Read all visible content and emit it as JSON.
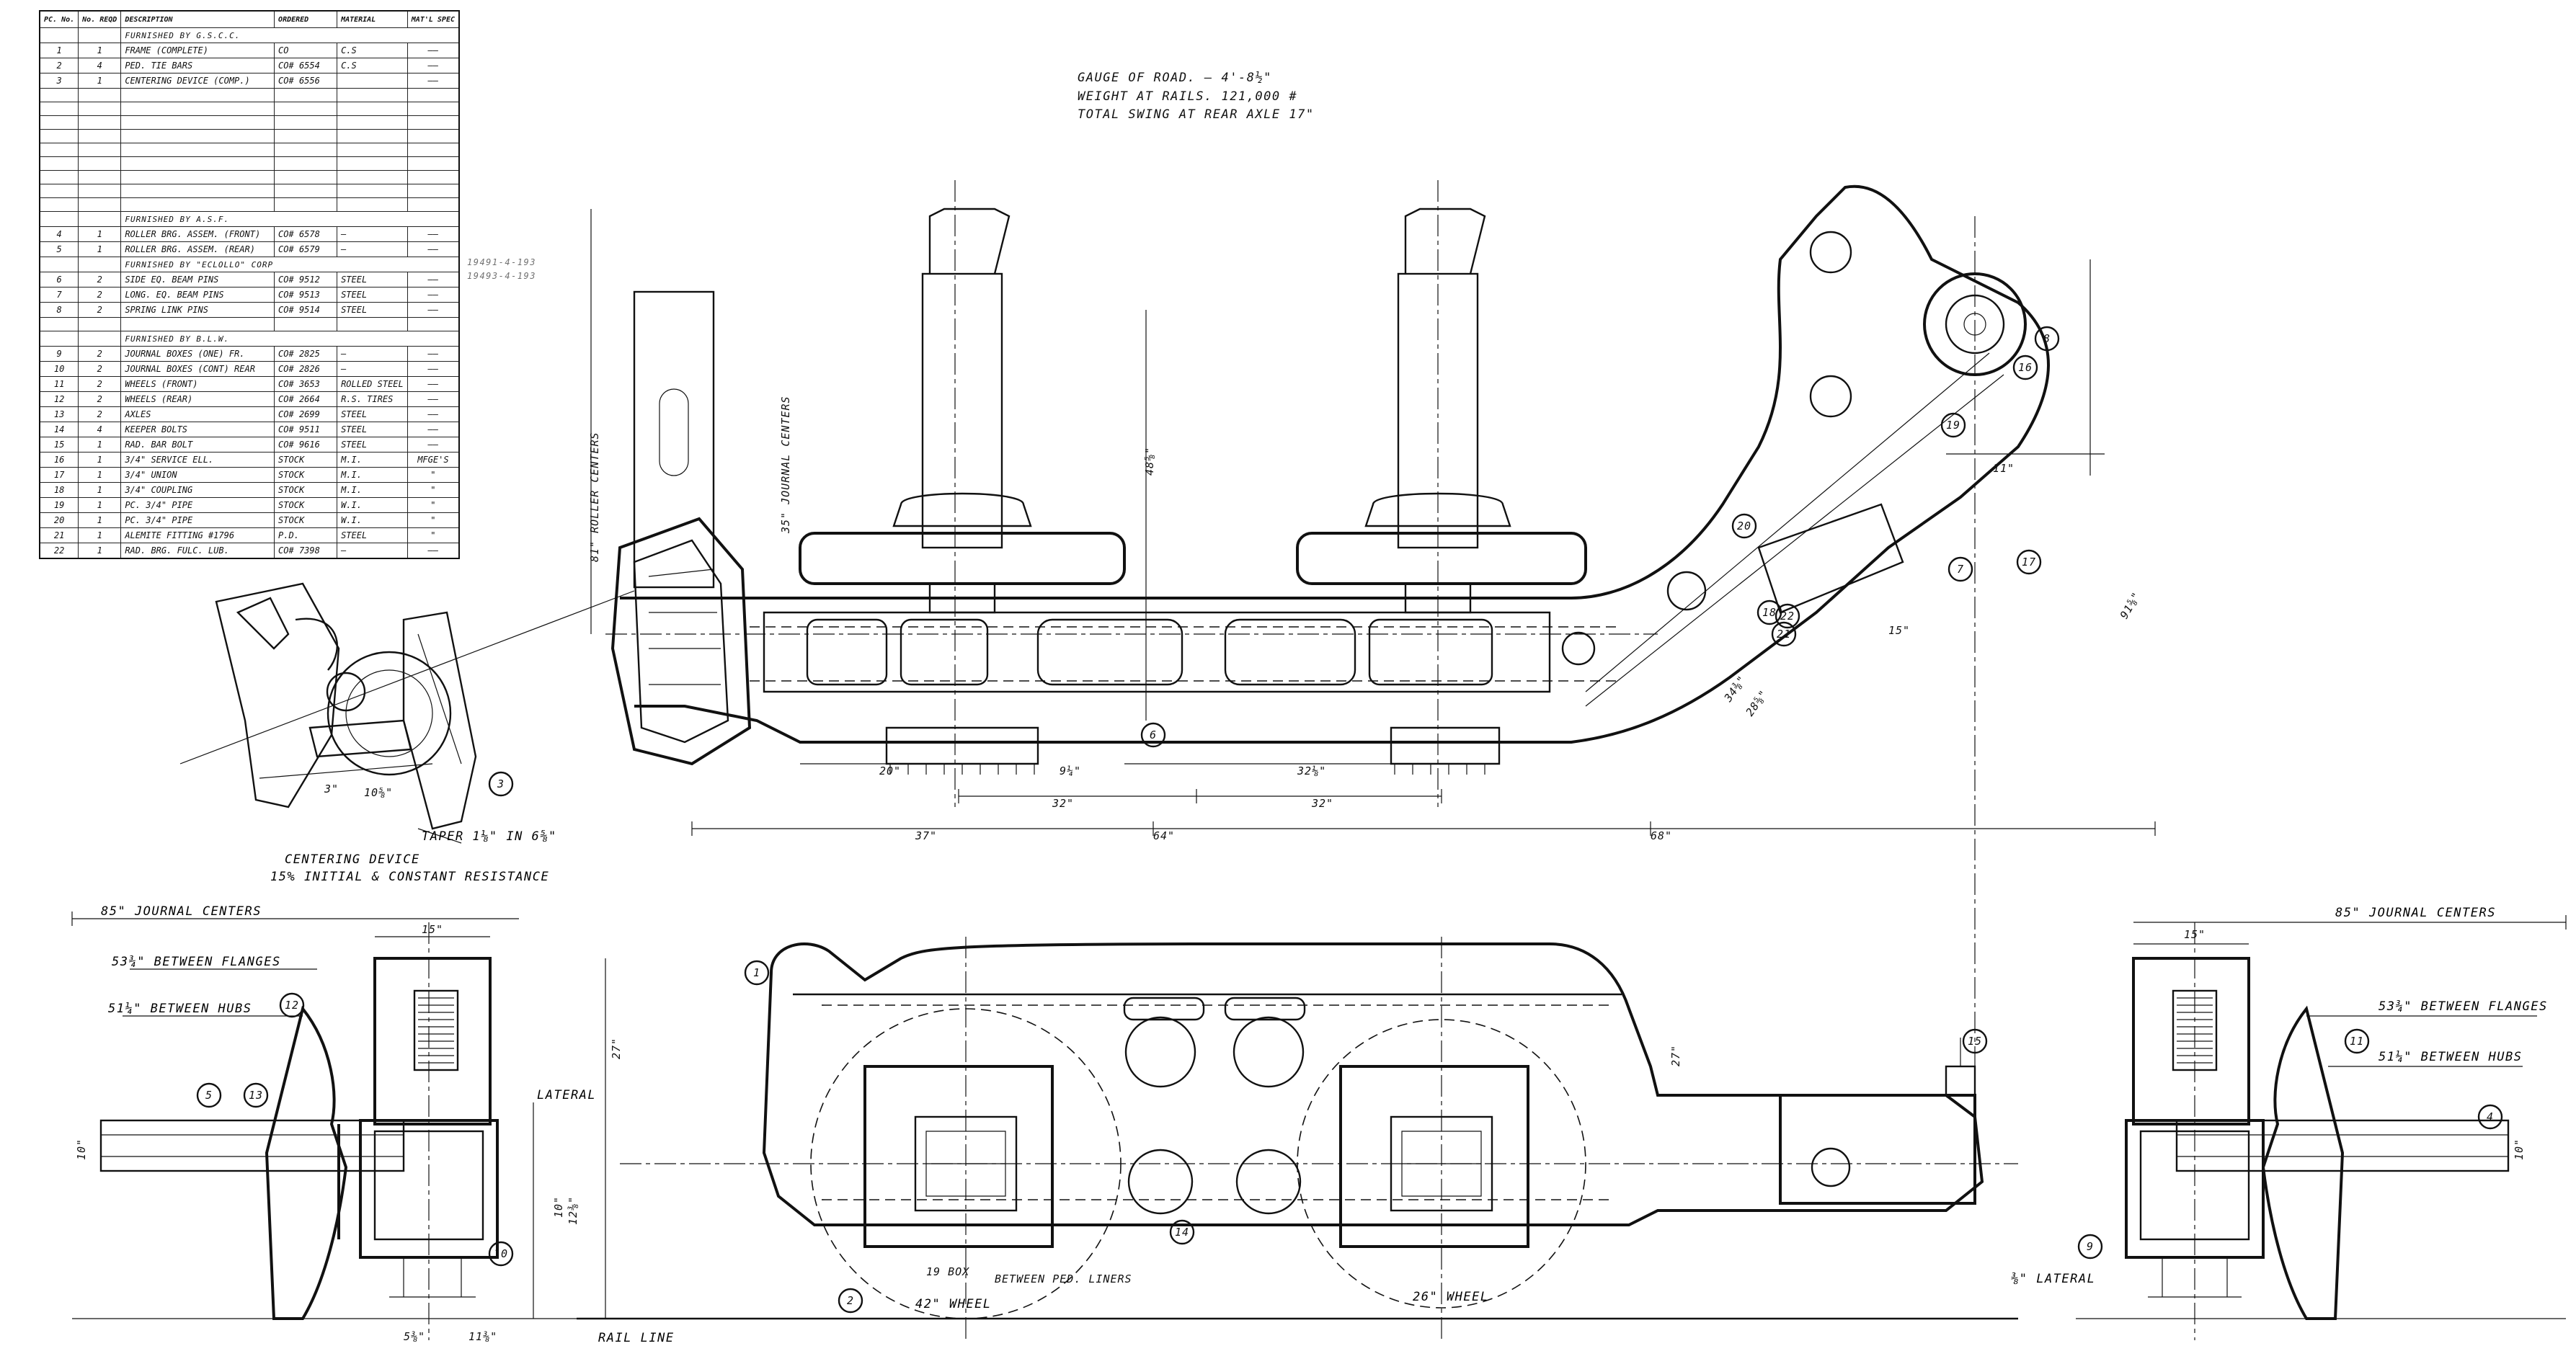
{
  "parts_table": {
    "headers": [
      "PC. No.",
      "No. REQD",
      "DESCRIPTION",
      "ORDERED",
      "MATERIAL",
      "MAT'L SPEC"
    ],
    "rows": [
      {
        "type": "section",
        "text": "FURNISHED BY G.S.C.C."
      },
      {
        "type": "row",
        "pc": "1",
        "no": "1",
        "desc": "FRAME (COMPLETE)",
        "ord": "CO",
        "mat": "C.S",
        "spec": "——"
      },
      {
        "type": "row",
        "pc": "2",
        "no": "4",
        "desc": "PED. TIE BARS",
        "ord": "CO# 6554",
        "mat": "C.S",
        "spec": "——"
      },
      {
        "type": "row",
        "pc": "3",
        "no": "1",
        "desc": "CENTERING DEVICE (COMP.)",
        "ord": "CO# 6556",
        "mat": "",
        "spec": "——"
      },
      {
        "type": "blank"
      },
      {
        "type": "blank"
      },
      {
        "type": "blank"
      },
      {
        "type": "blank"
      },
      {
        "type": "blank"
      },
      {
        "type": "blank"
      },
      {
        "type": "blank"
      },
      {
        "type": "blank"
      },
      {
        "type": "blank"
      },
      {
        "type": "section",
        "text": "FURNISHED BY A.S.F."
      },
      {
        "type": "row",
        "pc": "4",
        "no": "1",
        "desc": "ROLLER BRG. ASSEM. (FRONT)",
        "ord": "CO# 6578",
        "mat": "—",
        "spec": "——"
      },
      {
        "type": "row",
        "pc": "5",
        "no": "1",
        "desc": "ROLLER BRG. ASSEM. (REAR)",
        "ord": "CO# 6579",
        "mat": "—",
        "spec": "——"
      },
      {
        "type": "section",
        "text": "FURNISHED BY \"ECLOLLO\" CORP"
      },
      {
        "type": "row",
        "pc": "6",
        "no": "2",
        "desc": "SIDE EQ. BEAM PINS",
        "ord": "CO# 9512",
        "mat": "STEEL",
        "spec": "——"
      },
      {
        "type": "row",
        "pc": "7",
        "no": "2",
        "desc": "LONG. EQ. BEAM PINS",
        "ord": "CO# 9513",
        "mat": "STEEL",
        "spec": "——"
      },
      {
        "type": "row",
        "pc": "8",
        "no": "2",
        "desc": "SPRING LINK PINS",
        "ord": "CO# 9514",
        "mat": "STEEL",
        "spec": "——"
      },
      {
        "type": "blank"
      },
      {
        "type": "section",
        "text": "FURNISHED BY B.L.W."
      },
      {
        "type": "row",
        "pc": "9",
        "no": "2",
        "desc": "JOURNAL BOXES (ONE) FR.",
        "ord": "CO# 2825",
        "mat": "—",
        "spec": "——"
      },
      {
        "type": "row",
        "pc": "10",
        "no": "2",
        "desc": "JOURNAL BOXES (CONT) REAR",
        "ord": "CO# 2826",
        "mat": "—",
        "spec": "——"
      },
      {
        "type": "row",
        "pc": "11",
        "no": "2",
        "desc": "WHEELS (FRONT)",
        "ord": "CO# 3653",
        "mat": "ROLLED STEEL",
        "spec": "——"
      },
      {
        "type": "row",
        "pc": "12",
        "no": "2",
        "desc": "WHEELS (REAR)",
        "ord": "CO# 2664",
        "mat": "R.S. TIRES",
        "spec": "——"
      },
      {
        "type": "row",
        "pc": "13",
        "no": "2",
        "desc": "AXLES",
        "ord": "CO# 2699",
        "mat": "STEEL",
        "spec": "——"
      },
      {
        "type": "row",
        "pc": "14",
        "no": "4",
        "desc": "KEEPER BOLTS",
        "ord": "CO# 9511",
        "mat": "STEEL",
        "spec": "——"
      },
      {
        "type": "row",
        "pc": "15",
        "no": "1",
        "desc": "RAD. BAR BOLT",
        "ord": "CO# 9616",
        "mat": "STEEL",
        "spec": "——"
      },
      {
        "type": "row",
        "pc": "16",
        "no": "1",
        "desc": "3/4\" SERVICE ELL.",
        "ord": "STOCK",
        "mat": "M.I.",
        "spec": "MFGE'S"
      },
      {
        "type": "row",
        "pc": "17",
        "no": "1",
        "desc": "3/4\" UNION",
        "ord": "STOCK",
        "mat": "M.I.",
        "spec": "\""
      },
      {
        "type": "row",
        "pc": "18",
        "no": "1",
        "desc": "3/4\" COUPLING",
        "ord": "STOCK",
        "mat": "M.I.",
        "spec": "\""
      },
      {
        "type": "row",
        "pc": "19",
        "no": "1",
        "desc": "PC. 3/4\" PIPE",
        "ord": "STOCK",
        "mat": "W.I.",
        "spec": "\""
      },
      {
        "type": "row",
        "pc": "20",
        "no": "1",
        "desc": "PC. 3/4\" PIPE",
        "ord": "STOCK",
        "mat": "W.I.",
        "spec": "\""
      },
      {
        "type": "row",
        "pc": "21",
        "no": "1",
        "desc": "ALEMITE FITTING #1796",
        "ord": "P.D.",
        "mat": "STEEL",
        "spec": "\""
      },
      {
        "type": "row",
        "pc": "22",
        "no": "1",
        "desc": "RAD. BRG. FULC. LUB.",
        "ord": "CO# 7398",
        "mat": "—",
        "spec": "——"
      }
    ]
  },
  "general_notes": {
    "line1": "GAUGE OF ROAD. — 4'-8½\"",
    "line2": "WEIGHT AT RAILS. 121,000 #",
    "line3": "TOTAL SWING AT REAR AXLE 17\""
  },
  "pencil_notes": {
    "a": "19491-4-193",
    "b": "19493-4-193"
  },
  "centering_device": {
    "title": "CENTERING DEVICE",
    "subtitle": "15% INITIAL & CONSTANT RESISTANCE",
    "taper": "TAPER 1⅛\" IN 6⅝\""
  },
  "top_view_dims": {
    "roller_centers": "81\" ROLLER CENTERS",
    "journal_centers_vertical": "35\" JOURNAL CENTERS",
    "d20": "20\"",
    "d9": "9¼\"",
    "d32a": "32\"",
    "d32b": "32\"",
    "d32c": "32⅛\"",
    "d37": "37\"",
    "d64": "64\"",
    "d68": "68\"",
    "d48": "48⅝\"",
    "d11": "11\"",
    "d91": "91⅝\"",
    "d15": "15\"",
    "d34": "34⅜\"",
    "d28": "28⅝\""
  },
  "left_section_dims": {
    "journal_centers": "85\" JOURNAL CENTERS",
    "between_flanges": "53¾\" BETWEEN FLANGES",
    "between_hubs": "51¼\" BETWEEN HUBS",
    "d15": "15\"",
    "d10": "10\"",
    "d5": "5⅜\"",
    "d11": "11⅜\"",
    "lateral": "LATERAL"
  },
  "right_section_dims": {
    "journal_centers": "85\" JOURNAL CENTERS",
    "between_flanges": "53¾\" BETWEEN FLANGES",
    "between_hubs": "51¼\" BETWEEN HUBS",
    "d15": "15\"",
    "d10": "10\"",
    "lateral": "⅜\" LATERAL"
  },
  "side_view_dims": {
    "d27a": "27\"",
    "d27b": "27\"",
    "box": "19 BOX",
    "between_ped": "BETWEEN PED. LINERS",
    "wheel42": "42\" WHEEL",
    "wheel26": "26\" WHEEL",
    "rail_line": "RAIL LINE",
    "d12": "12⅜\"",
    "d10": "10\""
  },
  "callouts": [
    "1",
    "2",
    "3",
    "4",
    "5",
    "6",
    "7",
    "8",
    "9",
    "10",
    "11",
    "12",
    "13",
    "14",
    "15",
    "16",
    "17",
    "18",
    "19",
    "20",
    "21",
    "22"
  ]
}
